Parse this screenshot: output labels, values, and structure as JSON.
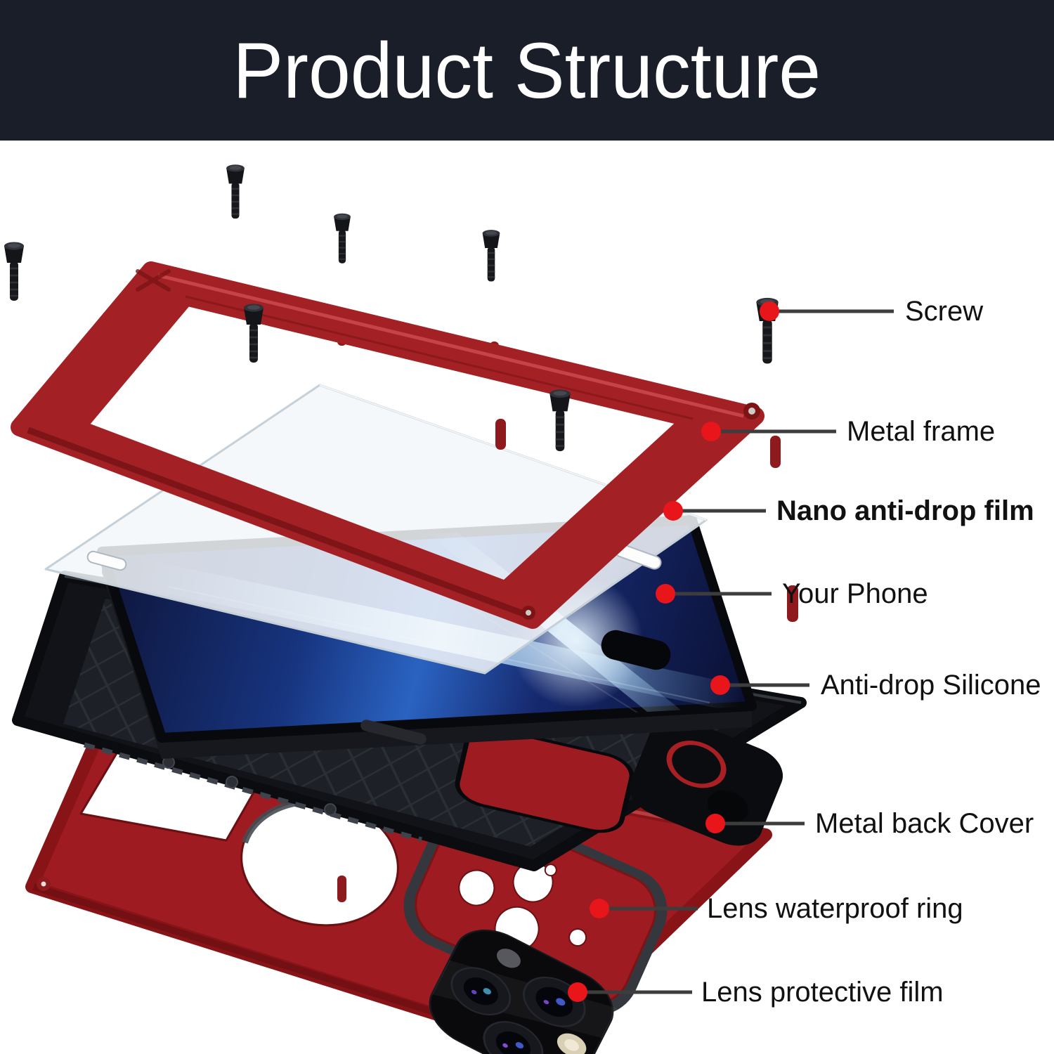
{
  "header": {
    "title": "Product Structure"
  },
  "labels": [
    {
      "id": "screw",
      "text": "Screw",
      "bold": false
    },
    {
      "id": "metal-frame",
      "text": "Metal frame",
      "bold": false
    },
    {
      "id": "nano-film",
      "text": "Nano anti-drop film",
      "bold": true
    },
    {
      "id": "your-phone",
      "text": "Your Phone",
      "bold": false
    },
    {
      "id": "silicone",
      "text": "Anti-drop Silicone",
      "bold": false
    },
    {
      "id": "back-cover",
      "text": "Metal back Cover",
      "bold": false
    },
    {
      "id": "lens-ring",
      "text": "Lens waterproof ring",
      "bold": false
    },
    {
      "id": "lens-film",
      "text": "Lens protective film",
      "bold": false
    }
  ],
  "colors": {
    "header_bg": "#191e29",
    "metal_red": "#a32025",
    "cover_red": "#9e1c21",
    "dot_red": "#e8151b",
    "leader_line": "#3d3d3d",
    "label_text": "#111111",
    "screen_blue": "#2a63c2"
  }
}
